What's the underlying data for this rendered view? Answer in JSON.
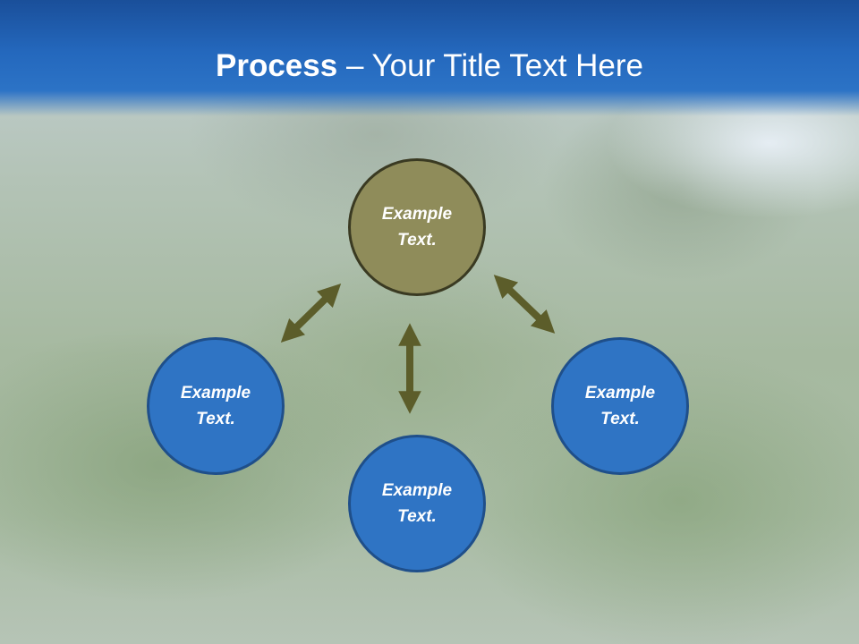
{
  "slide": {
    "title_bold": "Process",
    "title_rest": " – Your Title Text Here"
  },
  "diagram": {
    "top": {
      "line1": "Example",
      "line2": "Text."
    },
    "left": {
      "line1": "Example",
      "line2": "Text."
    },
    "right": {
      "line1": "Example",
      "line2": "Text."
    },
    "bottom": {
      "line1": "Example",
      "line2": "Text."
    }
  },
  "colors": {
    "header": "#2468bd",
    "circle_blue": "#2f74c4",
    "circle_olive": "#8f8c5a",
    "arrow": "#5c5d2a"
  }
}
